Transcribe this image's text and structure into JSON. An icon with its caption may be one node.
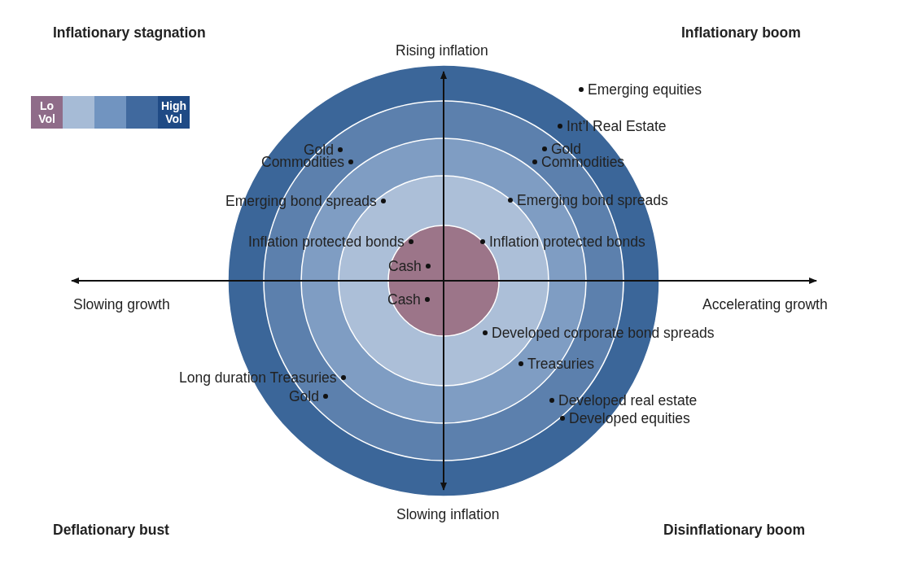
{
  "diagram": {
    "labels": [
      "Inflationary stagnation",
      "Inflationary boom",
      "Rising inflation",
      "Emerging equities",
      "Int’l Real Estate",
      "Gold",
      "Gold",
      "Commodities",
      "Commodities",
      "Emerging bond spreads",
      "Emerging bond spreads",
      "Inflation protected bonds",
      "Inflation protected bonds",
      "Cash",
      "Cash",
      "Slowing growth",
      "Accelerating growth",
      "Developed corporate bond spreads",
      "Treasuries",
      "Long duration Treasuries",
      "Gold",
      "Developed real estate",
      "Developed equities",
      "Slowing inflation",
      "Deflationary bust",
      "Disinflationary boom"
    ],
    "legend": [
      {
        "text": "Lo Vol",
        "color": "#8f6c89"
      },
      {
        "text": "High Vol",
        "color": "#1f4a85"
      }
    ]
  }
}
